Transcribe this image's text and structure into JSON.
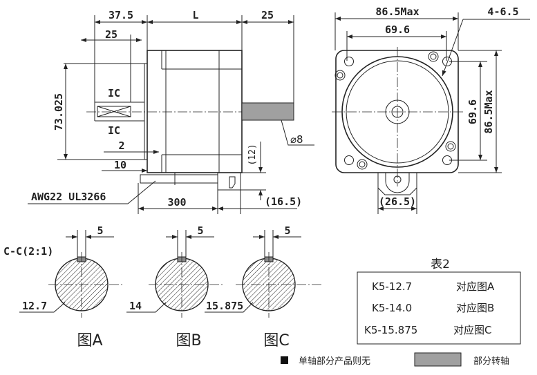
{
  "side_view": {
    "dim_rear": "37.5",
    "dim_length": "L",
    "dim_shaft": "25",
    "dim_rear_inner": "25",
    "dim_height": "73.025",
    "ic_top": "IC",
    "ic_bottom": "IC",
    "dim_2": "2",
    "dim_10": "10",
    "dim_12": "(12)",
    "dim_16_5": "(16.5)",
    "cable_label": "AWG22 UL3266",
    "cable_length": "300",
    "shaft_dia": "⌀8"
  },
  "front_view": {
    "width_max": "86.5Max",
    "hole_pitch": "69.6",
    "holes": "4-6.5",
    "height_pitch": "69.6",
    "height_max": "86.5Max",
    "tab_width": "(26.5)"
  },
  "sections": {
    "title": "C-C(2:1)",
    "items": [
      {
        "key_width": "5",
        "diameter": "12.7",
        "label": "图A"
      },
      {
        "key_width": "5",
        "diameter": "14",
        "label": "图B"
      },
      {
        "key_width": "5",
        "diameter": "15.875",
        "label": "图C"
      }
    ]
  },
  "table": {
    "title": "表2",
    "rows": [
      {
        "model": "K5-12.7",
        "ref": "对应图A"
      },
      {
        "model": "K5-14.0",
        "ref": "对应图B"
      },
      {
        "model": "K5-15.875",
        "ref": "对应图C"
      }
    ]
  },
  "legend": {
    "single_shaft": "单轴部分产品则无",
    "partial_shaft": "部分转轴",
    "colors": {
      "shaft": "#a0a0a0",
      "ink": "#222222"
    }
  }
}
